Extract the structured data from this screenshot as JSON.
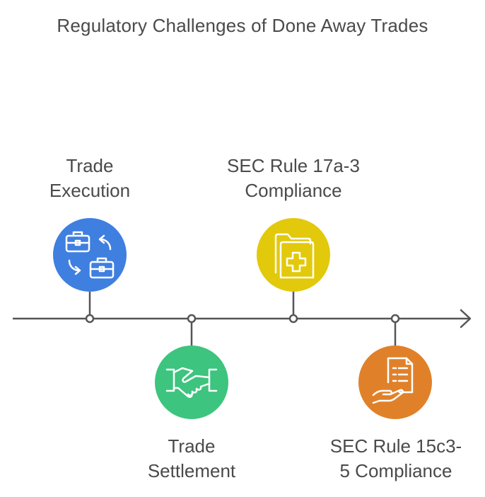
{
  "title": "Regulatory Challenges of Done Away Trades",
  "milestones": [
    {
      "name": "trade-execution",
      "label_lines": [
        "Trade",
        "Execution"
      ],
      "position": "above",
      "color": "#3f7fe0",
      "icon": "briefcase-exchange-icon"
    },
    {
      "name": "trade-settlement",
      "label_lines": [
        "Trade",
        "Settlement"
      ],
      "position": "below",
      "color": "#3dc47e",
      "icon": "handshake-icon"
    },
    {
      "name": "sec-rule-17a-3",
      "label_lines": [
        "SEC Rule 17a-3",
        "Compliance"
      ],
      "position": "above",
      "color": "#e2c90b",
      "icon": "medical-folder-icon"
    },
    {
      "name": "sec-rule-15c3-5",
      "label_lines": [
        "SEC Rule 15c3-",
        "5 Compliance"
      ],
      "position": "below",
      "color": "#e0812a",
      "icon": "document-hand-icon"
    }
  ],
  "colors": {
    "axis": "#555555",
    "text": "#4a4a4a",
    "icon_stroke": "#ffffff"
  }
}
